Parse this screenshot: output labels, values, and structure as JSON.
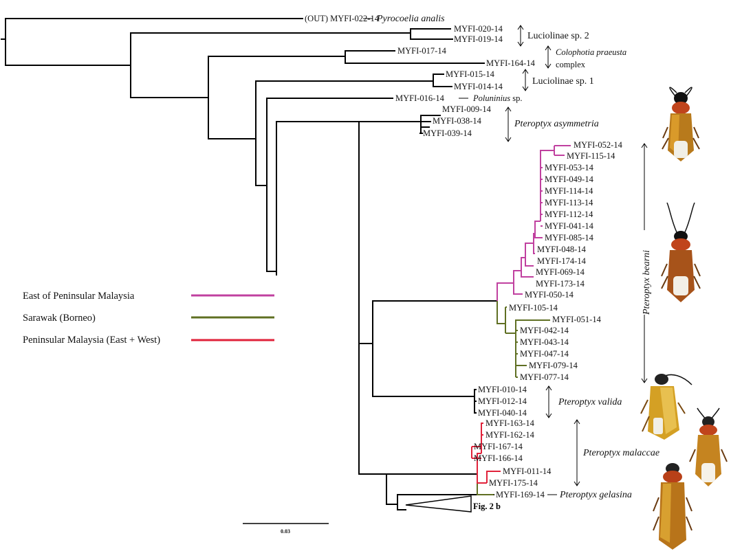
{
  "colors": {
    "east": "#c0409f",
    "sarawak": "#5f6f22",
    "peninsular": "#e0223a",
    "default": "#000000"
  },
  "tips": {
    "t022": "(OUT) MYFI-022-14",
    "t020": "MYFI-020-14",
    "t019": "MYFI-019-14",
    "t017": "MYFI-017-14",
    "t164": "MYFI-164-14",
    "t015": "MYFI-015-14",
    "t014": "MYFI-014-14",
    "t016": "MYFI-016-14",
    "t009": "MYFI-009-14",
    "t038": "MYFI-038-14",
    "t039": "MYFI-039-14",
    "t052": "MYFI-052-14",
    "t115": "MYFI-115-14",
    "t053": "MYFI-053-14",
    "t049": "MYFI-049-14",
    "t114": "MYFI-114-14",
    "t113": "MYFI-113-14",
    "t112": "MYFI-112-14",
    "t041": "MYFI-041-14",
    "t085": "MYFI-085-14",
    "t048": "MYFI-048-14",
    "t174": "MYFI-174-14",
    "t069": "MYFI-069-14",
    "t173": "MYFI-173-14",
    "t050": "MYFI-050-14",
    "t105": "MYFI-105-14",
    "t051": "MYFI-051-14",
    "t042": "MYFI-042-14",
    "t043": "MYFI-043-14",
    "t047": "MYFI-047-14",
    "t079": "MYFI-079-14",
    "t077": "MYFI-077-14",
    "t010": "MYFI-010-14",
    "t012": "MYFI-012-14",
    "t040": "MYFI-040-14",
    "t163": "MYFI-163-14",
    "t162": "MYFI-162-14",
    "t167": "MYFI-167-14",
    "t166": "MYFI-166-14",
    "t011": "MYFI-011-14",
    "t175": "MYFI-175-14",
    "t169": "MYFI-169-14"
  },
  "species": {
    "pyrocoelia": "Pyrocoelia analis",
    "luciolinae2": "Luciolinae sp. 2",
    "colophotia1": "Colophotia praeusta",
    "colophotia2": "complex",
    "luciolinae1": "Luciolinae sp. 1",
    "poluninius": "Poluninius",
    "poluninius_sp": "sp.",
    "asymmetria": "Pteroptyx asymmetria",
    "bearni": "Pteroptyx bearni",
    "valida": "Pteroptyx valida",
    "malaccae": "Pteroptyx malaccae",
    "gelasina": "Pteroptyx gelasina"
  },
  "legend": [
    {
      "label": "East of Peninsular Malaysia",
      "color": "#c0409f"
    },
    {
      "label": "Sarawak (Borneo)",
      "color": "#5f6f22"
    },
    {
      "label": "Peninsular Malaysia (East + West)",
      "color": "#e0223a"
    }
  ],
  "collapsed_label": "Fig. 2 b",
  "scale_bar": "0.03",
  "photos": [
    "firefly-photo-1",
    "firefly-photo-2",
    "firefly-photo-3",
    "firefly-photo-4",
    "firefly-photo-5"
  ]
}
